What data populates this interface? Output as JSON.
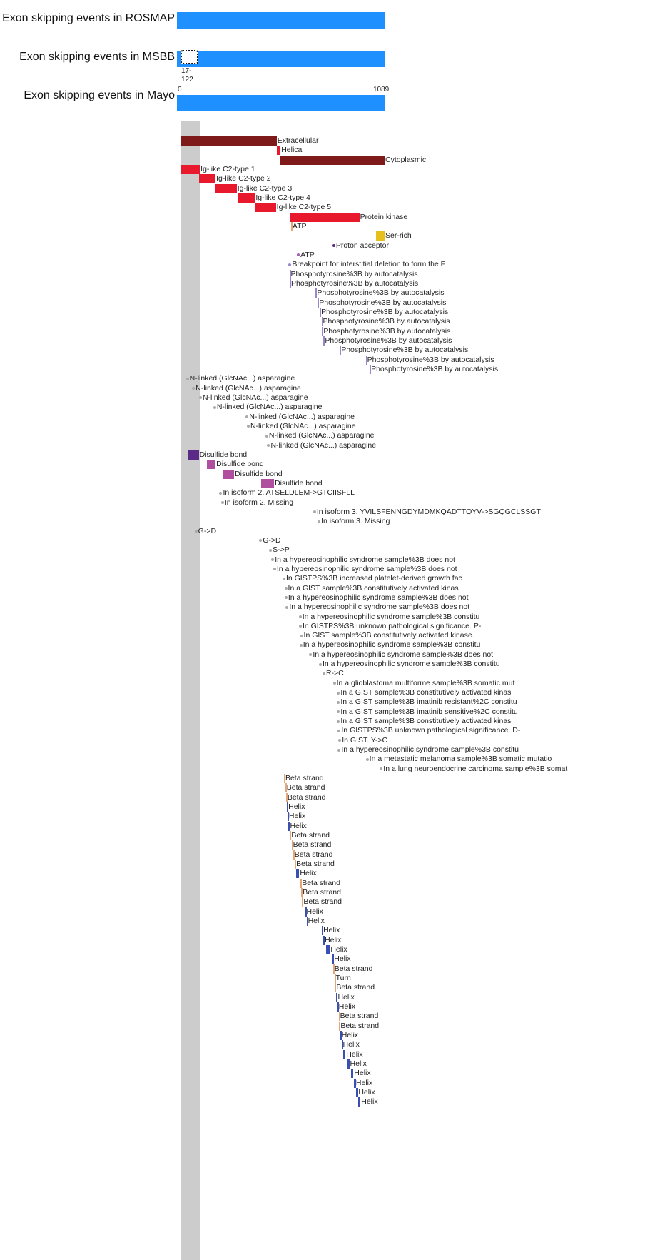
{
  "rows": [
    {
      "label": "Exon skipping events in ROSMAP"
    },
    {
      "label": "Exon skipping events in MSBB"
    },
    {
      "label": "Exon skipping events in Mayo"
    }
  ],
  "msbb_event": {
    "range_start": "17-",
    "range_end": "122"
  },
  "axis": {
    "min_label": "0",
    "max_label": "1089"
  },
  "colors": {
    "track": "#1e90ff",
    "dark_red": "#7f1a1a",
    "red": "#e8192c",
    "gold": "#e8c01e",
    "purple": "#5b2a86",
    "violet": "#a35bb5",
    "lilac": "#9b86c9",
    "gray_dot": "#aaaaaa",
    "disulfide": "#b04fa0",
    "peach": "#e3a77a",
    "blue": "#3a4fb4"
  },
  "features": [
    {
      "kind": "bar",
      "label": "Extracellular",
      "start": 1,
      "end": 511,
      "color": "dark_red"
    },
    {
      "kind": "bar",
      "label": "Helical",
      "start": 512,
      "end": 532,
      "color": "red"
    },
    {
      "kind": "bar",
      "label": "Cytoplasmic",
      "start": 533,
      "end": 1089,
      "color": "dark_red"
    },
    {
      "kind": "bar",
      "label": "Ig-like C2-type 1",
      "start": 1,
      "end": 100,
      "color": "red"
    },
    {
      "kind": "bar",
      "label": "Ig-like C2-type 2",
      "start": 96,
      "end": 184,
      "color": "red"
    },
    {
      "kind": "bar",
      "label": "Ig-like C2-type 3",
      "start": 183,
      "end": 297,
      "color": "red"
    },
    {
      "kind": "bar",
      "label": "Ig-like C2-type 4",
      "start": 300,
      "end": 395,
      "color": "red"
    },
    {
      "kind": "bar",
      "label": "Ig-like C2-type 5",
      "start": 397,
      "end": 507,
      "color": "red"
    },
    {
      "kind": "bar",
      "label": "Protein kinase",
      "start": 582,
      "end": 954,
      "color": "red"
    },
    {
      "kind": "line",
      "label": "ATP",
      "start": 588,
      "color": "peach"
    },
    {
      "kind": "bar",
      "label": "Ser-rich",
      "start": 1042,
      "end": 1089,
      "color": "gold"
    },
    {
      "kind": "dot",
      "label": "Proton acceptor",
      "start": 817,
      "color": "purple"
    },
    {
      "kind": "dot",
      "label": "ATP",
      "start": 627,
      "color": "violet"
    },
    {
      "kind": "dot",
      "label": "Breakpoint for interstitial deletion to form the F",
      "start": 582,
      "color": "lilac"
    },
    {
      "kind": "line",
      "label": "Phosphotyrosine%3B by autocatalysis",
      "start": 579,
      "color": "lilac"
    },
    {
      "kind": "line",
      "label": "Phosphotyrosine%3B by autocatalysis",
      "start": 581,
      "color": "lilac"
    },
    {
      "kind": "line",
      "label": "Phosphotyrosine%3B by autocatalysis",
      "start": 720,
      "color": "lilac"
    },
    {
      "kind": "line",
      "label": "Phosphotyrosine%3B by autocatalysis",
      "start": 731,
      "color": "lilac"
    },
    {
      "kind": "line",
      "label": "Phosphotyrosine%3B by autocatalysis",
      "start": 742,
      "color": "lilac"
    },
    {
      "kind": "line",
      "label": "Phosphotyrosine%3B by autocatalysis",
      "start": 751,
      "color": "lilac"
    },
    {
      "kind": "line",
      "label": "Phosphotyrosine%3B by autocatalysis",
      "start": 754,
      "color": "lilac"
    },
    {
      "kind": "line",
      "label": "Phosphotyrosine%3B by autocatalysis",
      "start": 762,
      "color": "lilac"
    },
    {
      "kind": "line",
      "label": "Phosphotyrosine%3B by autocatalysis",
      "start": 849,
      "color": "lilac"
    },
    {
      "kind": "line",
      "label": "Phosphotyrosine%3B by autocatalysis",
      "start": 988,
      "color": "lilac"
    },
    {
      "kind": "line",
      "label": "Phosphotyrosine%3B by autocatalysis",
      "start": 1009,
      "color": "lilac"
    },
    {
      "kind": "dot",
      "label": "N-linked (GlcNAc...) asparagine",
      "start": 33,
      "color": "gray_dot"
    },
    {
      "kind": "dot",
      "label": "N-linked (GlcNAc...) asparagine",
      "start": 66,
      "color": "gray_dot"
    },
    {
      "kind": "dot",
      "label": "N-linked (GlcNAc...) asparagine",
      "start": 103,
      "color": "gray_dot"
    },
    {
      "kind": "dot",
      "label": "N-linked (GlcNAc...) asparagine",
      "start": 179,
      "color": "gray_dot"
    },
    {
      "kind": "dot",
      "label": "N-linked (GlcNAc...) asparagine",
      "start": 353,
      "color": "gray_dot"
    },
    {
      "kind": "dot",
      "label": "N-linked (GlcNAc...) asparagine",
      "start": 359,
      "color": "gray_dot"
    },
    {
      "kind": "dot",
      "label": "N-linked (GlcNAc...) asparagine",
      "start": 458,
      "color": "gray_dot"
    },
    {
      "kind": "dot",
      "label": "N-linked (GlcNAc...) asparagine",
      "start": 468,
      "color": "gray_dot"
    },
    {
      "kind": "bar",
      "label": "Disulfide bond",
      "start": 40,
      "end": 94,
      "color": "purple"
    },
    {
      "kind": "bar",
      "label": "Disulfide bond",
      "start": 136,
      "end": 184,
      "color": "disulfide"
    },
    {
      "kind": "bar",
      "label": "Disulfide bond",
      "start": 226,
      "end": 283,
      "color": "disulfide"
    },
    {
      "kind": "bar",
      "label": "Disulfide bond",
      "start": 429,
      "end": 497,
      "color": "disulfide"
    },
    {
      "kind": "dot",
      "label": "In isoform 2. ATSELDLEM->GTCIISFLL",
      "start": 212,
      "color": "gray_dot"
    },
    {
      "kind": "dot",
      "label": "In isoform 2. Missing",
      "start": 221,
      "color": "gray_dot"
    },
    {
      "kind": "dot",
      "label": "In isoform 3. YVILSFENNGDYMDMKQADTTQYV->SGQGCLSSGT",
      "start": 714,
      "color": "gray_dot"
    },
    {
      "kind": "dot",
      "label": "In isoform 3. Missing",
      "start": 738,
      "color": "gray_dot"
    },
    {
      "kind": "dot",
      "label": "G->D",
      "start": 79,
      "color": "gray_dot"
    },
    {
      "kind": "dot",
      "label": "G->D",
      "start": 425,
      "color": "gray_dot"
    },
    {
      "kind": "dot",
      "label": "S->P",
      "start": 478,
      "color": "gray_dot"
    },
    {
      "kind": "dot",
      "label": "In a hypereosinophilic syndrome sample%3B does not",
      "start": 490,
      "color": "gray_dot"
    },
    {
      "kind": "dot",
      "label": "In a hypereosinophilic syndrome sample%3B does not",
      "start": 500,
      "color": "gray_dot"
    },
    {
      "kind": "dot",
      "label": "In GISTPS%3B increased platelet-derived growth fac",
      "start": 550,
      "color": "gray_dot"
    },
    {
      "kind": "dot",
      "label": "In a GIST sample%3B constitutively activated kinas",
      "start": 560,
      "color": "gray_dot"
    },
    {
      "kind": "dot",
      "label": "In a hypereosinophilic syndrome sample%3B does not",
      "start": 561,
      "color": "gray_dot"
    },
    {
      "kind": "dot",
      "label": "In a hypereosinophilic syndrome sample%3B does not",
      "start": 567,
      "color": "gray_dot"
    },
    {
      "kind": "dot",
      "label": "In a hypereosinophilic syndrome sample%3B constitu",
      "start": 637,
      "color": "gray_dot"
    },
    {
      "kind": "dot",
      "label": "In GISTPS%3B unknown pathological significance. P-",
      "start": 638,
      "color": "gray_dot"
    },
    {
      "kind": "dot",
      "label": "In GIST sample%3B constitutively activated kinase.",
      "start": 644,
      "color": "gray_dot"
    },
    {
      "kind": "dot",
      "label": "In a hypereosinophilic syndrome sample%3B constitu",
      "start": 641,
      "color": "gray_dot"
    },
    {
      "kind": "dot",
      "label": "In a hypereosinophilic syndrome sample%3B does not",
      "start": 693,
      "color": "gray_dot"
    },
    {
      "kind": "dot",
      "label": "In a hypereosinophilic syndrome sample%3B constitu",
      "start": 745,
      "color": "gray_dot"
    },
    {
      "kind": "dot",
      "label": "R->C",
      "start": 764,
      "color": "gray_dot"
    },
    {
      "kind": "dot",
      "label": "In a glioblastoma multiforme sample%3B somatic mut",
      "start": 820,
      "color": "gray_dot"
    },
    {
      "kind": "dot",
      "label": "In a GIST sample%3B constitutively activated kinas",
      "start": 842,
      "color": "gray_dot"
    },
    {
      "kind": "dot",
      "label": "In a GIST sample%3B imatinib resistant%2C constitu",
      "start": 842,
      "color": "gray_dot"
    },
    {
      "kind": "dot",
      "label": "In a GIST sample%3B imatinib sensitive%2C constitu",
      "start": 842,
      "color": "gray_dot"
    },
    {
      "kind": "dot",
      "label": "In a GIST sample%3B constitutively activated kinas",
      "start": 842,
      "color": "gray_dot"
    },
    {
      "kind": "dot",
      "label": "In GISTPS%3B unknown pathological significance. D-",
      "start": 846,
      "color": "gray_dot"
    },
    {
      "kind": "dot",
      "label": "In GIST. Y->C",
      "start": 849,
      "color": "gray_dot"
    },
    {
      "kind": "dot",
      "label": "In a hypereosinophilic syndrome sample%3B constitu",
      "start": 846,
      "color": "gray_dot"
    },
    {
      "kind": "dot",
      "label": "In a metastatic melanoma sample%3B somatic mutatio",
      "start": 996,
      "color": "gray_dot"
    },
    {
      "kind": "dot",
      "label": "In a lung neuroendocrine carcinoma sample%3B somat",
      "start": 1071,
      "color": "gray_dot"
    },
    {
      "kind": "line",
      "label": "Beta strand",
      "start": 550,
      "color": "peach"
    },
    {
      "kind": "line",
      "label": "Beta strand",
      "start": 557,
      "color": "peach"
    },
    {
      "kind": "line",
      "label": "Beta strand",
      "start": 561,
      "color": "peach"
    },
    {
      "kind": "line",
      "label": "Helix",
      "start": 566,
      "color": "blue"
    },
    {
      "kind": "line",
      "label": "Helix",
      "start": 569,
      "color": "blue"
    },
    {
      "kind": "line",
      "label": "Helix",
      "start": 575,
      "color": "blue"
    },
    {
      "kind": "line",
      "label": "Beta strand",
      "start": 582,
      "color": "peach"
    },
    {
      "kind": "line",
      "label": "Beta strand",
      "start": 591,
      "color": "peach"
    },
    {
      "kind": "line",
      "label": "Beta strand",
      "start": 599,
      "color": "peach"
    },
    {
      "kind": "line",
      "label": "Beta strand",
      "start": 608,
      "color": "peach"
    },
    {
      "kind": "bar",
      "label": "Helix",
      "start": 616,
      "end": 632,
      "color": "blue"
    },
    {
      "kind": "line",
      "label": "Beta strand",
      "start": 639,
      "color": "peach"
    },
    {
      "kind": "line",
      "label": "Beta strand",
      "start": 643,
      "color": "peach"
    },
    {
      "kind": "line",
      "label": "Beta strand",
      "start": 647,
      "color": "peach"
    },
    {
      "kind": "line",
      "label": "Helix",
      "start": 663,
      "color": "blue"
    },
    {
      "kind": "line",
      "label": "Helix",
      "start": 671,
      "color": "blue"
    },
    {
      "kind": "line",
      "label": "Helix",
      "start": 753,
      "color": "blue"
    },
    {
      "kind": "line",
      "label": "Helix",
      "start": 761,
      "color": "blue"
    },
    {
      "kind": "bar",
      "label": "Helix",
      "start": 776,
      "end": 796,
      "color": "blue"
    },
    {
      "kind": "line",
      "label": "Helix",
      "start": 811,
      "color": "blue"
    },
    {
      "kind": "line",
      "label": "Beta strand",
      "start": 813,
      "color": "peach"
    },
    {
      "kind": "line",
      "label": "Turn",
      "start": 820,
      "color": "peach"
    },
    {
      "kind": "line",
      "label": "Beta strand",
      "start": 823,
      "color": "peach"
    },
    {
      "kind": "line",
      "label": "Helix",
      "start": 831,
      "color": "blue"
    },
    {
      "kind": "line",
      "label": "Helix",
      "start": 836,
      "color": "blue"
    },
    {
      "kind": "line",
      "label": "Beta strand",
      "start": 843,
      "color": "peach"
    },
    {
      "kind": "line",
      "label": "Beta strand",
      "start": 846,
      "color": "peach"
    },
    {
      "kind": "line",
      "label": "Helix",
      "start": 851,
      "color": "blue"
    },
    {
      "kind": "line",
      "label": "Helix",
      "start": 858,
      "color": "blue"
    },
    {
      "kind": "bar",
      "label": "Helix",
      "start": 866,
      "end": 880,
      "color": "blue"
    },
    {
      "kind": "bar",
      "label": "Helix",
      "start": 890,
      "end": 900,
      "color": "blue"
    },
    {
      "kind": "bar",
      "label": "Helix",
      "start": 911,
      "end": 922,
      "color": "blue"
    },
    {
      "kind": "bar",
      "label": "Helix",
      "start": 925,
      "end": 932,
      "color": "blue"
    },
    {
      "kind": "bar",
      "label": "Helix",
      "start": 935,
      "end": 945,
      "color": "blue"
    },
    {
      "kind": "bar",
      "label": "Helix",
      "start": 948,
      "end": 960,
      "color": "blue"
    }
  ]
}
